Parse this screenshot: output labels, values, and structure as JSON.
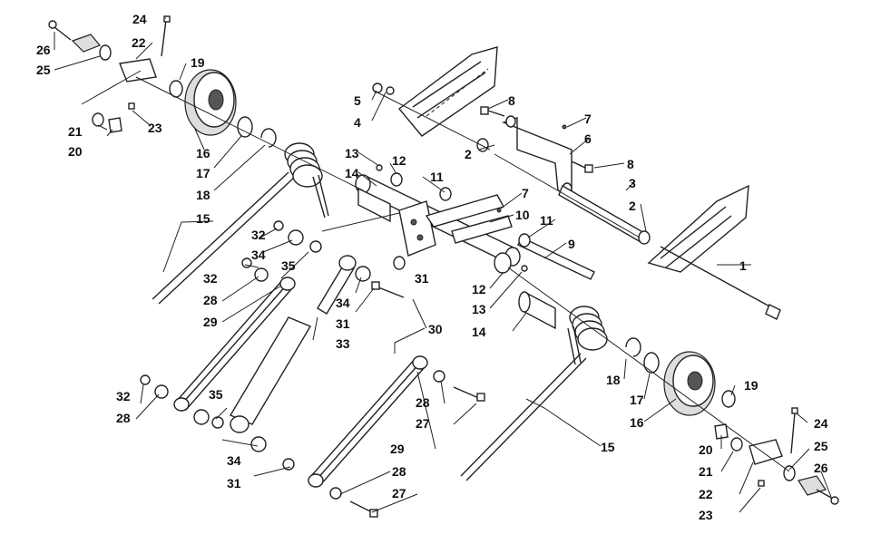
{
  "callouts": [
    {
      "id": "c1",
      "text": "1"
    },
    {
      "id": "c2a",
      "text": "2"
    },
    {
      "id": "c2b",
      "text": "2"
    },
    {
      "id": "c3",
      "text": "3"
    },
    {
      "id": "c4",
      "text": "4"
    },
    {
      "id": "c5",
      "text": "5"
    },
    {
      "id": "c6",
      "text": "6"
    },
    {
      "id": "c7a",
      "text": "7"
    },
    {
      "id": "c7b",
      "text": "7"
    },
    {
      "id": "c8a",
      "text": "8"
    },
    {
      "id": "c8b",
      "text": "8"
    },
    {
      "id": "c9",
      "text": "9"
    },
    {
      "id": "c10",
      "text": "10"
    },
    {
      "id": "c11a",
      "text": "11"
    },
    {
      "id": "c11b",
      "text": "11"
    },
    {
      "id": "c12a",
      "text": "12"
    },
    {
      "id": "c12b",
      "text": "12"
    },
    {
      "id": "c13a",
      "text": "13"
    },
    {
      "id": "c13b",
      "text": "13"
    },
    {
      "id": "c14a",
      "text": "14"
    },
    {
      "id": "c14b",
      "text": "14"
    },
    {
      "id": "c15a",
      "text": "15"
    },
    {
      "id": "c15b",
      "text": "15"
    },
    {
      "id": "c16a",
      "text": "16"
    },
    {
      "id": "c16b",
      "text": "16"
    },
    {
      "id": "c17a",
      "text": "17"
    },
    {
      "id": "c17b",
      "text": "17"
    },
    {
      "id": "c18a",
      "text": "18"
    },
    {
      "id": "c18b",
      "text": "18"
    },
    {
      "id": "c19a",
      "text": "19"
    },
    {
      "id": "c19b",
      "text": "19"
    },
    {
      "id": "c20a",
      "text": "20"
    },
    {
      "id": "c20b",
      "text": "20"
    },
    {
      "id": "c21a",
      "text": "21"
    },
    {
      "id": "c21b",
      "text": "21"
    },
    {
      "id": "c22a",
      "text": "22"
    },
    {
      "id": "c22b",
      "text": "22"
    },
    {
      "id": "c23a",
      "text": "23"
    },
    {
      "id": "c23b",
      "text": "23"
    },
    {
      "id": "c24a",
      "text": "24"
    },
    {
      "id": "c24b",
      "text": "24"
    },
    {
      "id": "c25a",
      "text": "25"
    },
    {
      "id": "c25b",
      "text": "25"
    },
    {
      "id": "c26a",
      "text": "26"
    },
    {
      "id": "c26b",
      "text": "26"
    },
    {
      "id": "c27a",
      "text": "27"
    },
    {
      "id": "c27b",
      "text": "27"
    },
    {
      "id": "c28a",
      "text": "28"
    },
    {
      "id": "c28b",
      "text": "28"
    },
    {
      "id": "c28c",
      "text": "28"
    },
    {
      "id": "c28d",
      "text": "28"
    },
    {
      "id": "c29a",
      "text": "29"
    },
    {
      "id": "c29b",
      "text": "29"
    },
    {
      "id": "c30",
      "text": "30"
    },
    {
      "id": "c31a",
      "text": "31"
    },
    {
      "id": "c31b",
      "text": "31"
    },
    {
      "id": "c31c",
      "text": "31"
    },
    {
      "id": "c32a",
      "text": "32"
    },
    {
      "id": "c32b",
      "text": "32"
    },
    {
      "id": "c32c",
      "text": "32"
    },
    {
      "id": "c33",
      "text": "33"
    },
    {
      "id": "c34a",
      "text": "34"
    },
    {
      "id": "c34b",
      "text": "34"
    },
    {
      "id": "c34c",
      "text": "34"
    },
    {
      "id": "c35a",
      "text": "35"
    },
    {
      "id": "c35b",
      "text": "35"
    }
  ]
}
